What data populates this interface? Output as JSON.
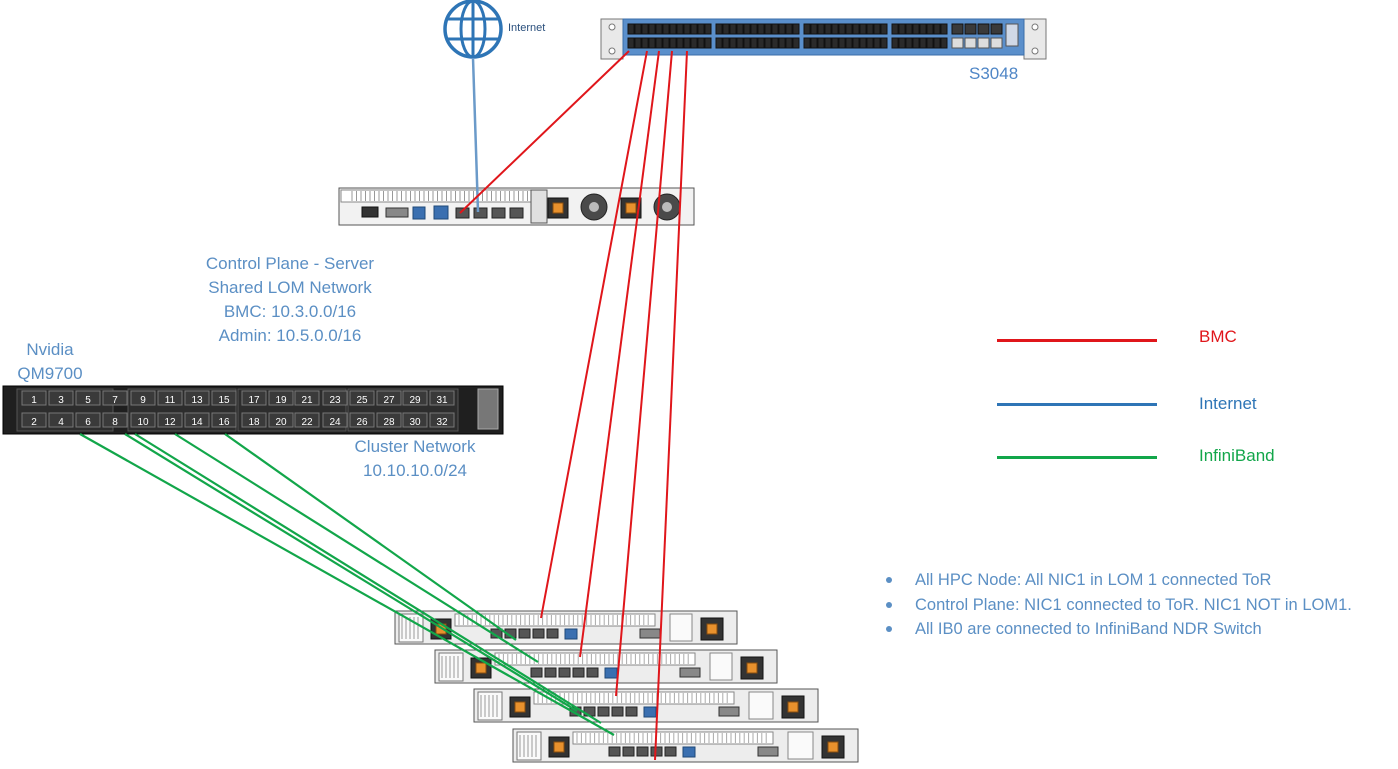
{
  "internet": {
    "label": "Internet"
  },
  "tor_switch": {
    "model": "S3048"
  },
  "control_plane": {
    "lines": [
      "Control Plane - Server",
      "Shared LOM Network",
      "BMC: 10.3.0.0/16",
      "Admin: 10.5.0.0/16"
    ]
  },
  "ib_switch": {
    "lines": [
      "Nvidia",
      "QM9700"
    ],
    "top_ports": [
      "1",
      "3",
      "5",
      "7",
      "9",
      "11",
      "13",
      "15",
      "17",
      "19",
      "21",
      "23",
      "25",
      "27",
      "29",
      "31"
    ],
    "bottom_ports": [
      "2",
      "4",
      "6",
      "8",
      "10",
      "12",
      "14",
      "16",
      "18",
      "20",
      "22",
      "24",
      "26",
      "28",
      "30",
      "32"
    ]
  },
  "cluster_network": {
    "lines": [
      "Cluster Network",
      "10.10.10.0/24"
    ]
  },
  "legend": {
    "bmc": {
      "label": "BMC",
      "color": "#e0161b"
    },
    "internet": {
      "label": "Internet",
      "color": "#2e75b6"
    },
    "infiniband": {
      "label": "InfiniBand",
      "color": "#12a64a"
    }
  },
  "notes": [
    "All HPC Node: All NIC1 in LOM 1 connected ToR",
    "Control Plane: NIC1 connected to ToR. NIC1 NOT in LOM1.",
    "All IB0 are connected to InfiniBand NDR Switch"
  ],
  "colors": {
    "text_blue": "#5b8fc4",
    "switch_blue": "#5a8fcb",
    "bmc_red": "#e0161b",
    "internet_blue": "#6b9ac9",
    "ib_green": "#12a64a"
  }
}
